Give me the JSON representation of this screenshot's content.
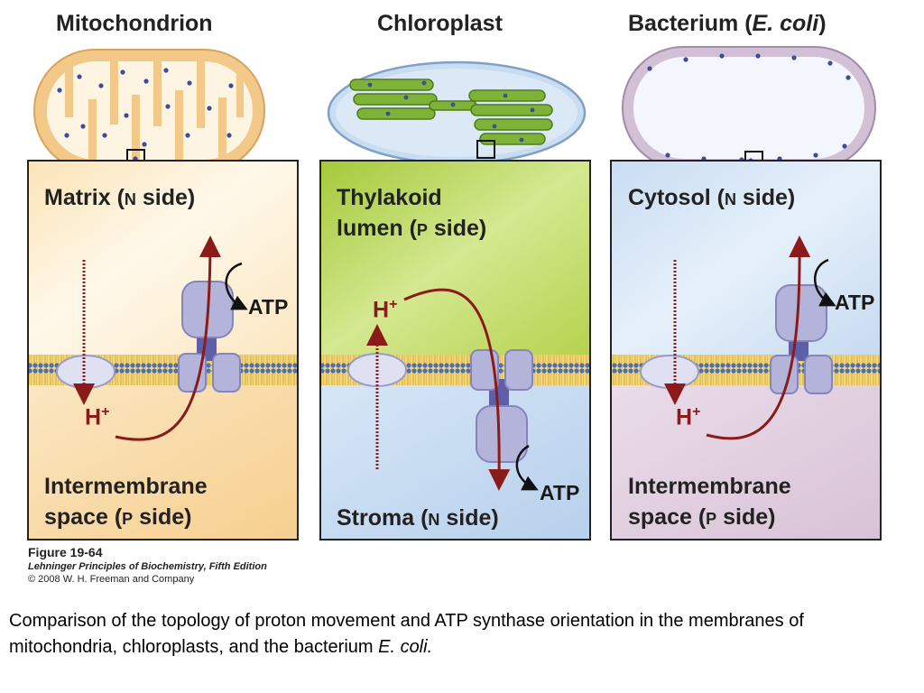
{
  "titles": {
    "mito": "Mitochondrion",
    "chloro": "Chloroplast",
    "bact_prefix": "Bacterium (",
    "bact_species": "E. coli",
    "bact_suffix": ")"
  },
  "panels": {
    "mito": {
      "top_main": "Matrix (",
      "top_letter": "N",
      "top_rest": " side)",
      "bottom_line1": "Intermembrane",
      "bottom_main": "space (",
      "bottom_letter": "P",
      "bottom_rest": " side)"
    },
    "chloro": {
      "top_line1": "Thylakoid",
      "top_main": "lumen (",
      "top_letter": "P",
      "top_rest": " side)",
      "bottom_main": "Stroma (",
      "bottom_letter": "N",
      "bottom_rest": " side)"
    },
    "bact": {
      "top_main": "Cytosol (",
      "top_letter": "N",
      "top_rest": " side)",
      "bottom_line1": "Intermembrane",
      "bottom_main": "space (",
      "bottom_letter": "P",
      "bottom_rest": " side)"
    }
  },
  "labels": {
    "proton": "H",
    "charge": "+",
    "atp": "ATP"
  },
  "credits": {
    "figure": "Figure 19-64",
    "book": "Lehninger Principles of Biochemistry, Fifth Edition",
    "copyright": "© 2008 W. H. Freeman and Company"
  },
  "caption": {
    "text": "Comparison of the topology of proton movement and ATP synthase orientation in the membranes of mitochondria, chloroplasts, and the bacterium ",
    "species": "E. coli."
  },
  "colors": {
    "arrow": "#8b1a1a",
    "synthase": "#a9a9d2",
    "membrane_head": "#4f6fb0",
    "membrane_tail": "#e8c85a",
    "matrix": "#fdf0d2",
    "intermembrane": "#f8d9a0",
    "thylakoid_lumen": "#b9d54a",
    "stroma": "#c6dcf0",
    "cytosol": "#d2e4f4",
    "periplasm": "#e2d2e0"
  }
}
